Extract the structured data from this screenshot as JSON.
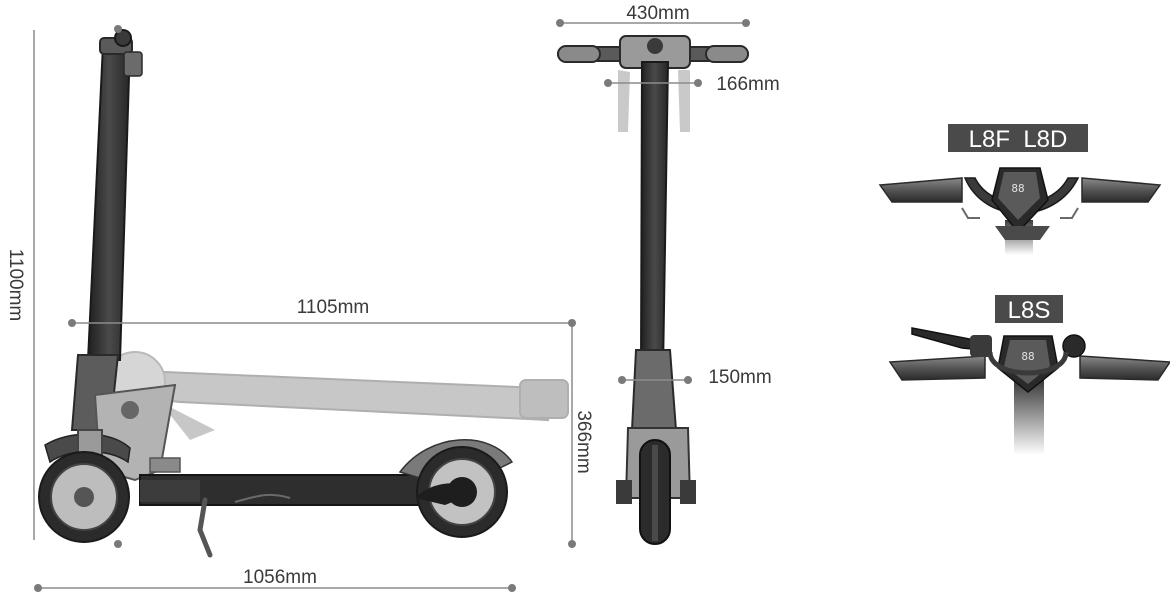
{
  "dimensions": {
    "height_folded_tall": "1100mm",
    "folded_length": "1105mm",
    "deck_height": "366mm",
    "total_length": "1056mm",
    "handlebar_width": "430mm",
    "grip_spacing": "166mm",
    "wheel_width": "150mm"
  },
  "variants": {
    "top_label": "L8F  L8D",
    "bottom_label": "L8S"
  },
  "display": {
    "digits": "88"
  },
  "colors": {
    "line": "#8c8c8c",
    "dot": "#7a7a7a",
    "frame": "#2e2e2e",
    "tag_bg": "#4a4a4a",
    "ghost": "#c9c9c9"
  }
}
